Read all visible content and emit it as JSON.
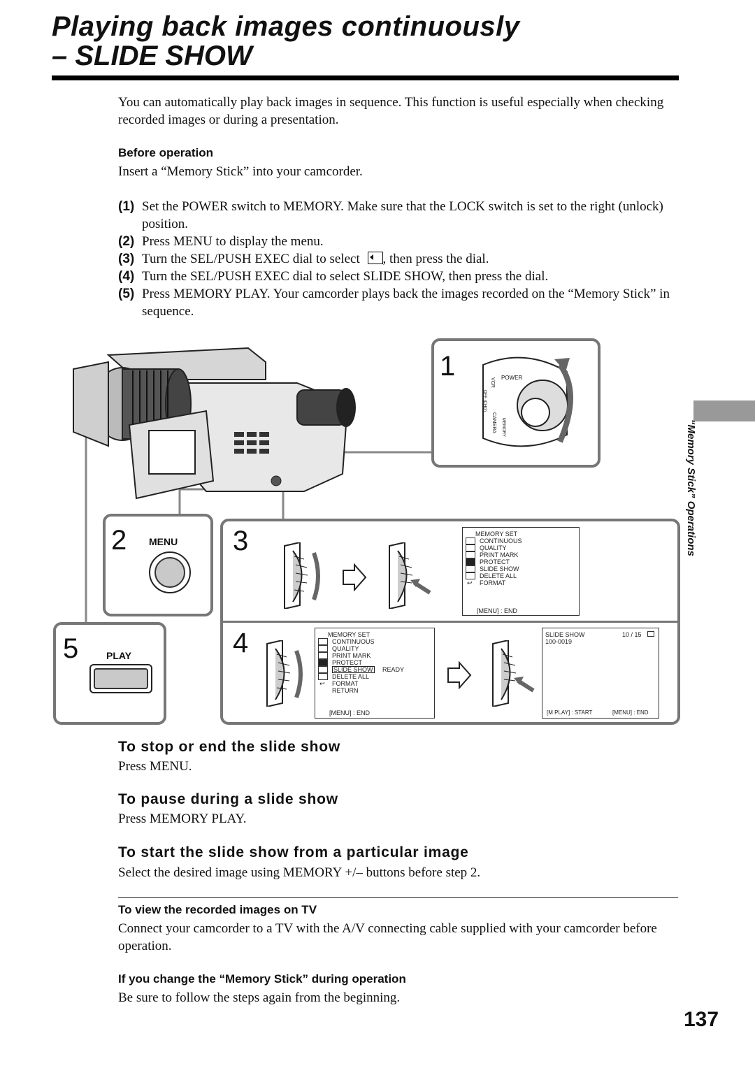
{
  "title": {
    "line1": "Playing back images continuously",
    "line2": "– SLIDE SHOW"
  },
  "intro": "You can automatically play back images in sequence. This function is useful especially when checking recorded images or during a presentation.",
  "before_operation": {
    "heading": "Before operation",
    "text": "Insert a “Memory Stick” into your camcorder."
  },
  "steps": [
    {
      "num": "(1)",
      "text": "Set the POWER switch to MEMORY. Make sure that the LOCK switch is set to the right (unlock) position."
    },
    {
      "num": "(2)",
      "text": "Press MENU to display the menu."
    },
    {
      "num": "(3)",
      "text_a": "Turn the SEL/PUSH EXEC dial to select",
      "text_b": ", then press the dial.",
      "icon": "memory-set-icon"
    },
    {
      "num": "(4)",
      "text": "Turn the SEL/PUSH EXEC dial to select SLIDE SHOW, then press the dial."
    },
    {
      "num": "(5)",
      "text": "Press MEMORY PLAY. Your camcorder plays back the images recorded on the “Memory Stick” in sequence."
    }
  ],
  "figure": {
    "step_numbers": {
      "s1": "1",
      "s2": "2",
      "s3": "3",
      "s4": "4",
      "s5": "5"
    },
    "menu_button_label": "MENU",
    "play_button_label": "PLAY",
    "power_switch": {
      "power": "POWER",
      "vcr": "VCR",
      "off": "OFF (CHG)",
      "camera": "CAMERA",
      "memory": "MEMORY"
    },
    "menu_screen_3": {
      "title": "MEMORY SET",
      "items": [
        "CONTINUOUS",
        "QUALITY",
        "PRINT MARK",
        "PROTECT",
        "SLIDE SHOW",
        "DELETE ALL",
        "FORMAT"
      ],
      "footer": "[MENU] : END"
    },
    "menu_screen_4": {
      "title": "MEMORY SET",
      "items": [
        "CONTINUOUS",
        "QUALITY",
        "PRINT MARK",
        "PROTECT",
        "SLIDE SHOW",
        "DELETE ALL",
        "FORMAT",
        "RETURN"
      ],
      "ready": "READY",
      "footer": "[MENU] : END"
    },
    "slide_screen": {
      "title": "SLIDE SHOW",
      "counter": "10 / 15",
      "file": "100-0019",
      "footer_left": "[M PLAY] : START",
      "footer_right": "[MENU] : END"
    }
  },
  "sections": [
    {
      "heading": "To stop or end the slide show",
      "text": "Press MENU."
    },
    {
      "heading": "To pause during a slide show",
      "text": "Press MEMORY PLAY."
    },
    {
      "heading": "To start the slide show from a particular image",
      "text": "Select the desired image using MEMORY +/– buttons before step 2."
    }
  ],
  "notes": [
    {
      "heading": "To view the recorded images on TV",
      "text": "Connect your camcorder to a TV with the A/V connecting cable supplied with your camcorder before operation."
    },
    {
      "heading": "If you change the “Memory Stick” during operation",
      "text": "Be sure to follow the steps again from the beginning."
    }
  ],
  "side_label": "“Memory Stick” Operations",
  "page_number": "137"
}
